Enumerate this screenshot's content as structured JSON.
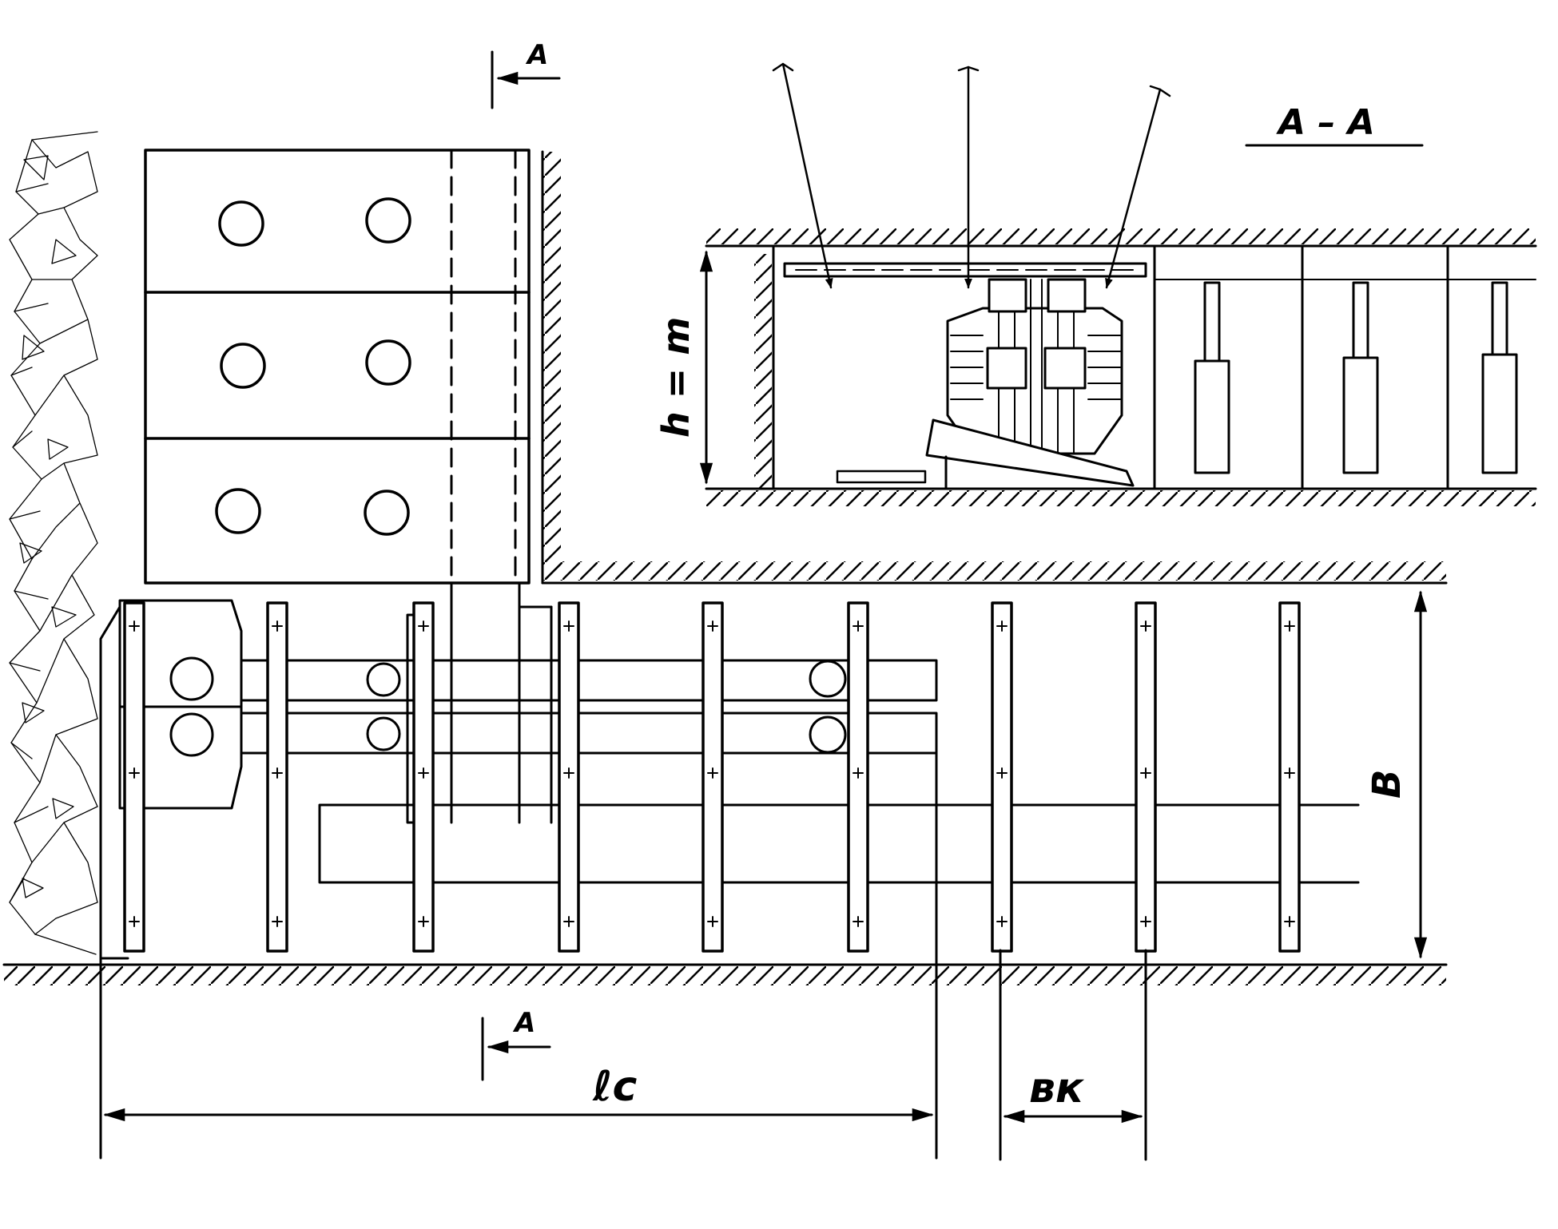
{
  "section_marker": "A",
  "section_title": "A – A",
  "dimensions": {
    "height": "h = m",
    "width": "B",
    "length": "ℓc",
    "spacing": "вк"
  },
  "colors": {
    "ink": "#000000",
    "paper": "#ffffff"
  }
}
